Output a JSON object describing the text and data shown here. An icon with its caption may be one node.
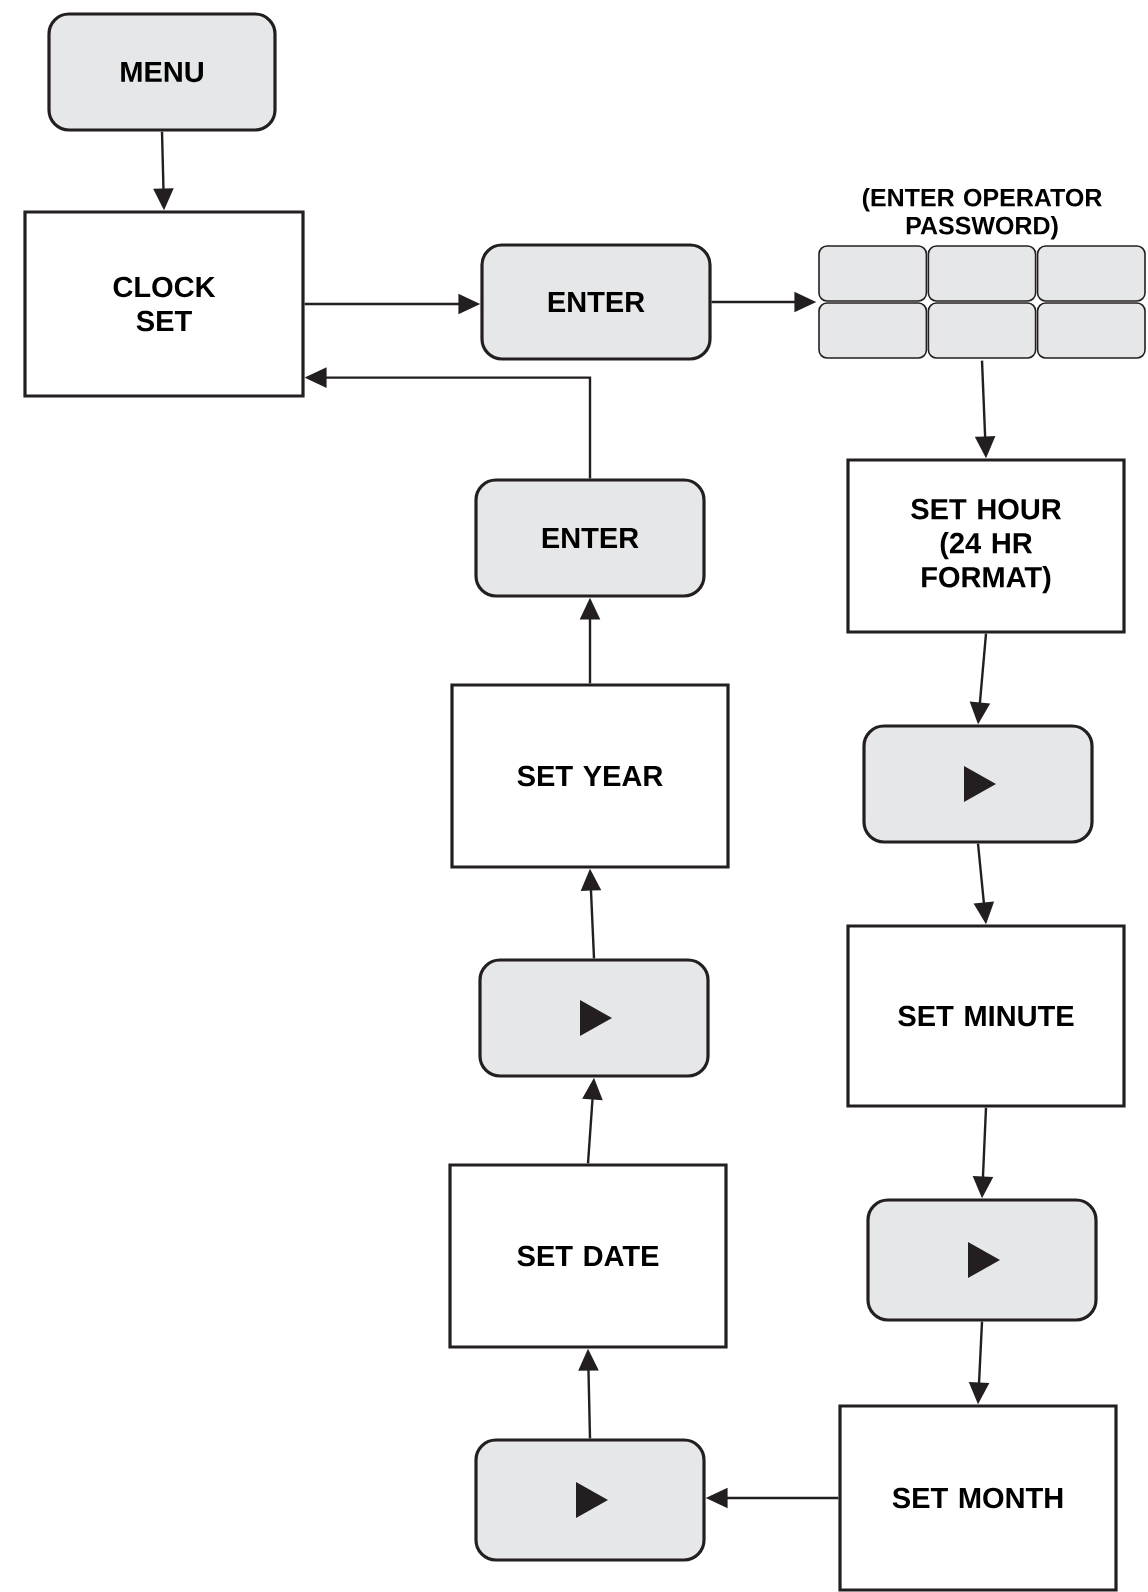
{
  "diagram": {
    "nodes": [
      {
        "text": [
          "MENU"
        ]
      },
      {
        "text": [
          "CLOCK SET"
        ]
      },
      {
        "text": [
          "ENTER"
        ]
      },
      {
        "text": [
          "(ENTER OPERATOR PASSWORD)"
        ]
      },
      {
        "text": [
          "SET HOUR (24 HR FORMAT)"
        ]
      },
      {
        "text": [
          "ENTER"
        ]
      },
      {
        "text": [],
        "shape": "box"
      },
      {
        "text": [
          "SET YEAR"
        ]
      },
      {
        "text": [
          "SET MINUTE"
        ]
      },
      {
        "text": [],
        "shape": "box"
      },
      {
        "text": [],
        "shape": "box"
      },
      {
        "text": [
          "SET DATE"
        ]
      },
      {
        "text": [],
        "shape": "box"
      },
      {
        "text": [
          "SET MONTH"
        ]
      }
    ],
    "edges": [
      {
        "from": 0,
        "to": 1,
        "arrow": "to"
      },
      {
        "from": 1,
        "to": 2,
        "arrow": "to"
      },
      {
        "from": 2,
        "to": 3,
        "arrow": "to"
      },
      {
        "from": 3,
        "to": 4,
        "arrow": "to"
      },
      {
        "from": 4,
        "to": 6,
        "arrow": "to"
      },
      {
        "from": 6,
        "to": 8,
        "arrow": "to"
      },
      {
        "from": 8,
        "to": 10,
        "arrow": "to"
      },
      {
        "from": 10,
        "to": 13,
        "arrow": "to"
      },
      {
        "from": 13,
        "to": 12,
        "arrow": "to"
      },
      {
        "from": 12,
        "to": 11,
        "arrow": "to"
      },
      {
        "from": 11,
        "to": 9,
        "arrow": "to"
      },
      {
        "from": 9,
        "to": 7,
        "arrow": "to"
      },
      {
        "from": 7,
        "to": 5,
        "arrow": "to"
      },
      {
        "from": 5,
        "to": 1,
        "arrow": "to"
      }
    ]
  }
}
